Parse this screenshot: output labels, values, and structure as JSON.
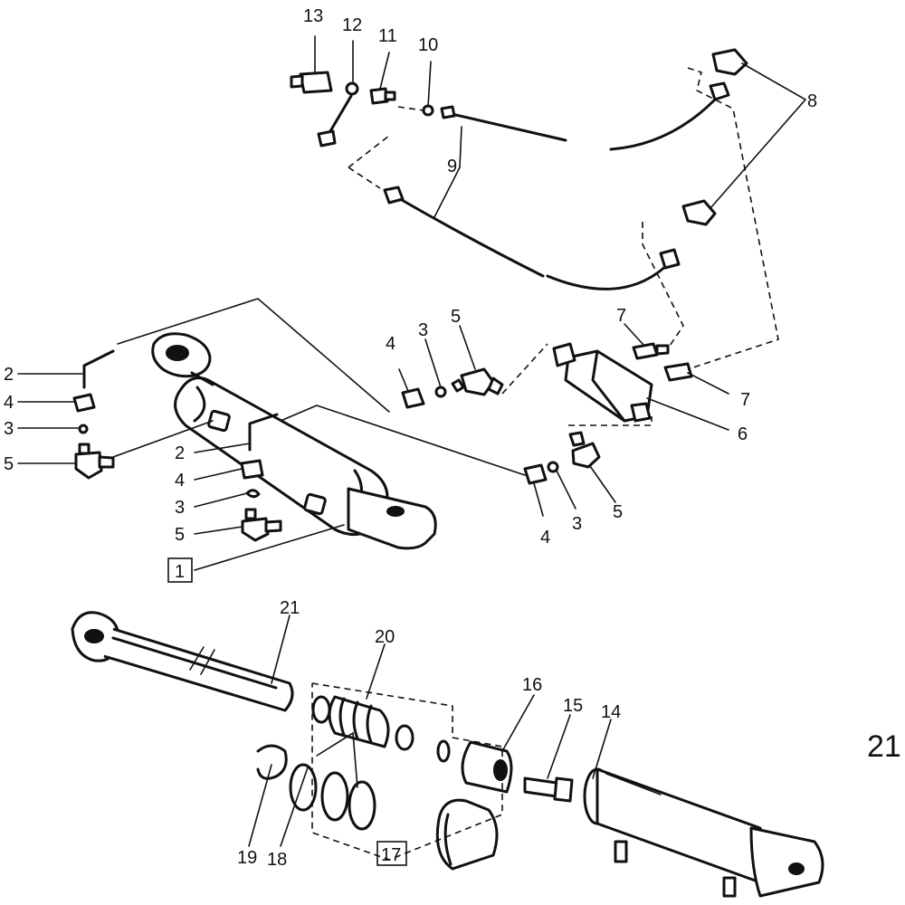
{
  "figure_number": "21",
  "callouts": {
    "c1": "1",
    "c2a": "2",
    "c2b": "2",
    "c3a": "3",
    "c3b": "3",
    "c3c": "3",
    "c3d": "3",
    "c4a": "4",
    "c4b": "4",
    "c4c": "4",
    "c4d": "4",
    "c5a": "5",
    "c5b": "5",
    "c5c": "5",
    "c5d": "5",
    "c6": "6",
    "c7a": "7",
    "c7b": "7",
    "c8": "8",
    "c9": "9",
    "c10": "10",
    "c11": "11",
    "c12": "12",
    "c13": "13",
    "c14": "14",
    "c15": "15",
    "c16": "16",
    "c17": "17",
    "c18": "18",
    "c19": "19",
    "c20": "20",
    "c21": "21"
  }
}
